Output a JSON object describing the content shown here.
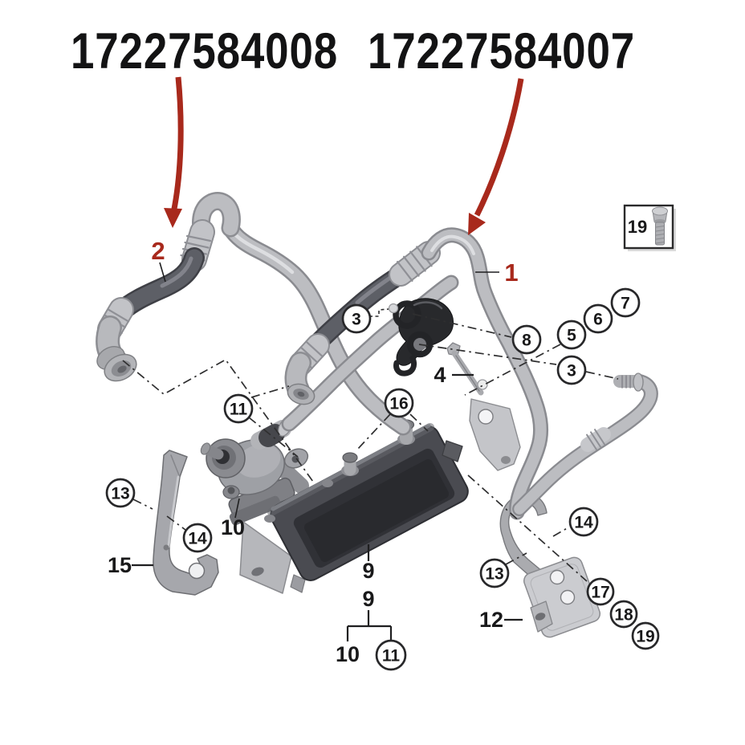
{
  "title": {
    "part_number_left": "17227584008",
    "part_number_right": "17227584007"
  },
  "hose_labels": {
    "hose_2": "2",
    "hose_1": "1"
  },
  "circled_callouts": {
    "c3_left": "3",
    "c8": "8",
    "c5": "5",
    "c6": "6",
    "c7": "7",
    "c3_right": "3",
    "c11_top": "11",
    "c16": "16",
    "c13_left": "13",
    "c14_left": "14",
    "c14_right": "14",
    "c13_right": "13",
    "c17": "17",
    "c18": "18",
    "c19": "19",
    "c11_bottom": "11"
  },
  "plain_callouts": {
    "p4": "4",
    "p10_top": "10",
    "p15": "15",
    "p9_top": "9",
    "p9_bottom": "9",
    "p10_bottom": "10",
    "p12": "12"
  },
  "legend": {
    "number": "19",
    "icon": "bolt-icon"
  },
  "colors": {
    "arrow_red": "#a8291c",
    "label_red": "#a8291c",
    "line_black": "#2f2f30",
    "hose_dark": "#565a64",
    "hose_light": "#babbbf",
    "metal_gray": "#a0a1a6",
    "cooler_dark": "#303136"
  }
}
